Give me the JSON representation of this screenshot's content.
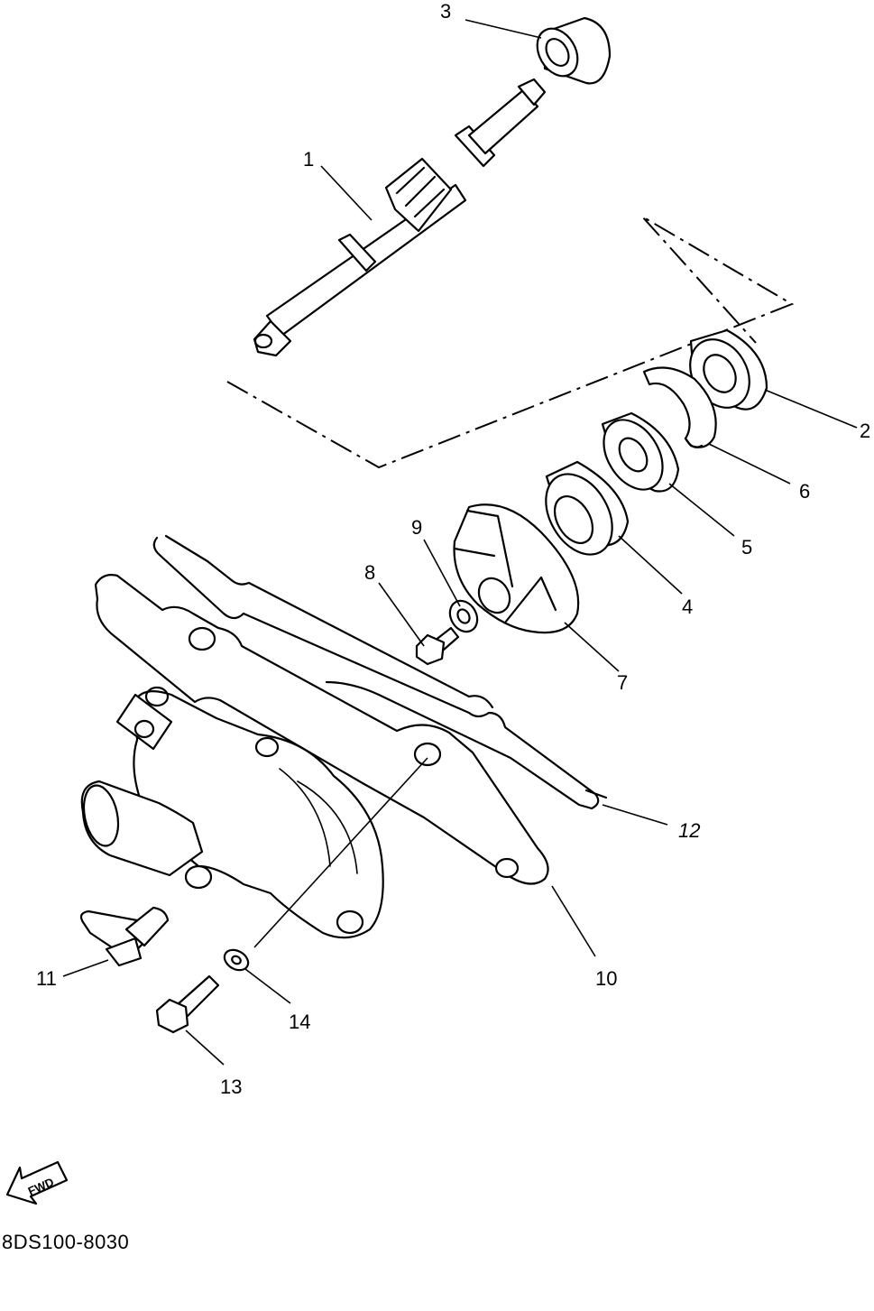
{
  "diagram_code": "8DS100-8030",
  "fwd_label": "FWD",
  "callouts": [
    {
      "id": "1",
      "label": "1"
    },
    {
      "id": "2",
      "label": "2"
    },
    {
      "id": "3",
      "label": "3"
    },
    {
      "id": "4",
      "label": "4"
    },
    {
      "id": "5",
      "label": "5"
    },
    {
      "id": "6",
      "label": "6"
    },
    {
      "id": "7",
      "label": "7"
    },
    {
      "id": "8",
      "label": "8"
    },
    {
      "id": "9",
      "label": "9"
    },
    {
      "id": "10",
      "label": "10"
    },
    {
      "id": "11",
      "label": "11"
    },
    {
      "id": "12",
      "label": "12"
    },
    {
      "id": "13",
      "label": "13"
    },
    {
      "id": "14",
      "label": "14"
    }
  ]
}
